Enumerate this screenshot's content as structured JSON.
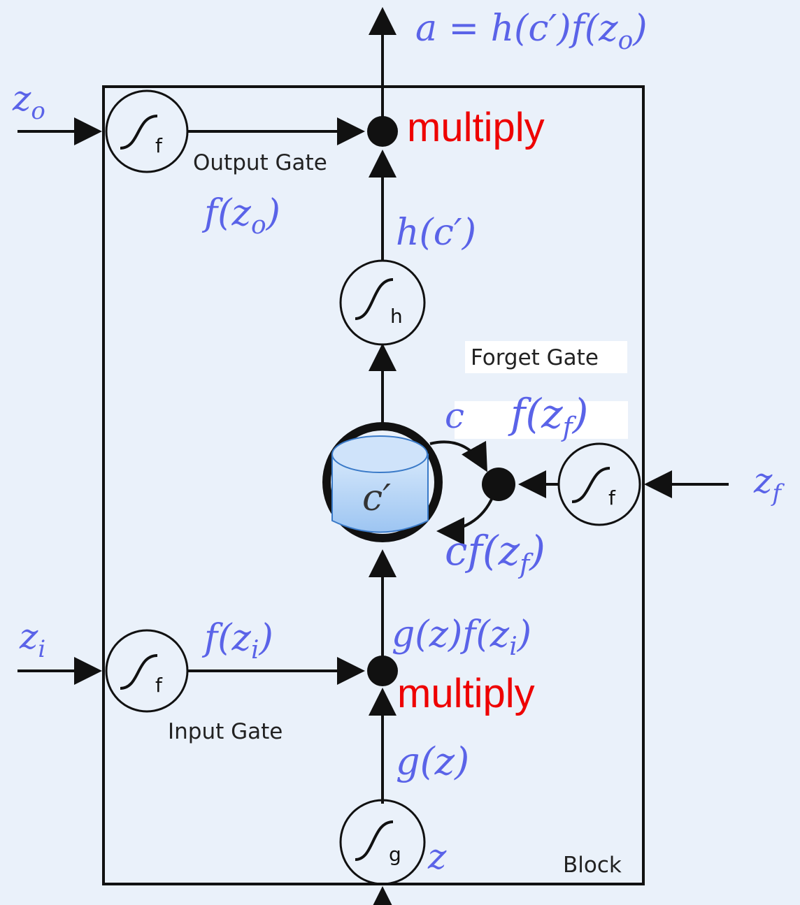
{
  "diagram": {
    "title": "LSTM memory block",
    "labels": {
      "output_eq": "a = h(c′)f(z",
      "output_eq_sub": "o",
      "output_eq_close": ")",
      "z_o": "z",
      "z_o_sub": "o",
      "z_i": "z",
      "z_i_sub": "i",
      "z_f": "z",
      "z_f_sub": "f",
      "z": "z",
      "multiply_top": "multiply",
      "multiply_bottom": "multiply",
      "output_gate": "Output Gate",
      "input_gate": "Input Gate",
      "forget_gate": "Forget Gate",
      "block": "Block",
      "f_zo": "f(z",
      "f_zo_sub": "o",
      "h_c": "h(c′)",
      "c": "c",
      "f_zf": "f(z",
      "f_zf_sub": "f",
      "cf_zf": "cf(z",
      "cf_zf_sub": "f",
      "f_zi": "f(z",
      "f_zi_sub": "i",
      "gz_fzi": "g(z)f(z",
      "gz_fzi_sub": "i",
      "g_z": "g(z)",
      "memory_cell": "c′",
      "close_paren": ")"
    },
    "activations": {
      "output_gate": "f",
      "input_gate": "f",
      "forget_gate": "f",
      "cell_output": "h",
      "cell_input": "g"
    },
    "colors": {
      "math": "#5a63e8",
      "multiply": "#ee0000",
      "background": "#eaf1fa",
      "cell_fill": "#a9cdf5"
    }
  }
}
